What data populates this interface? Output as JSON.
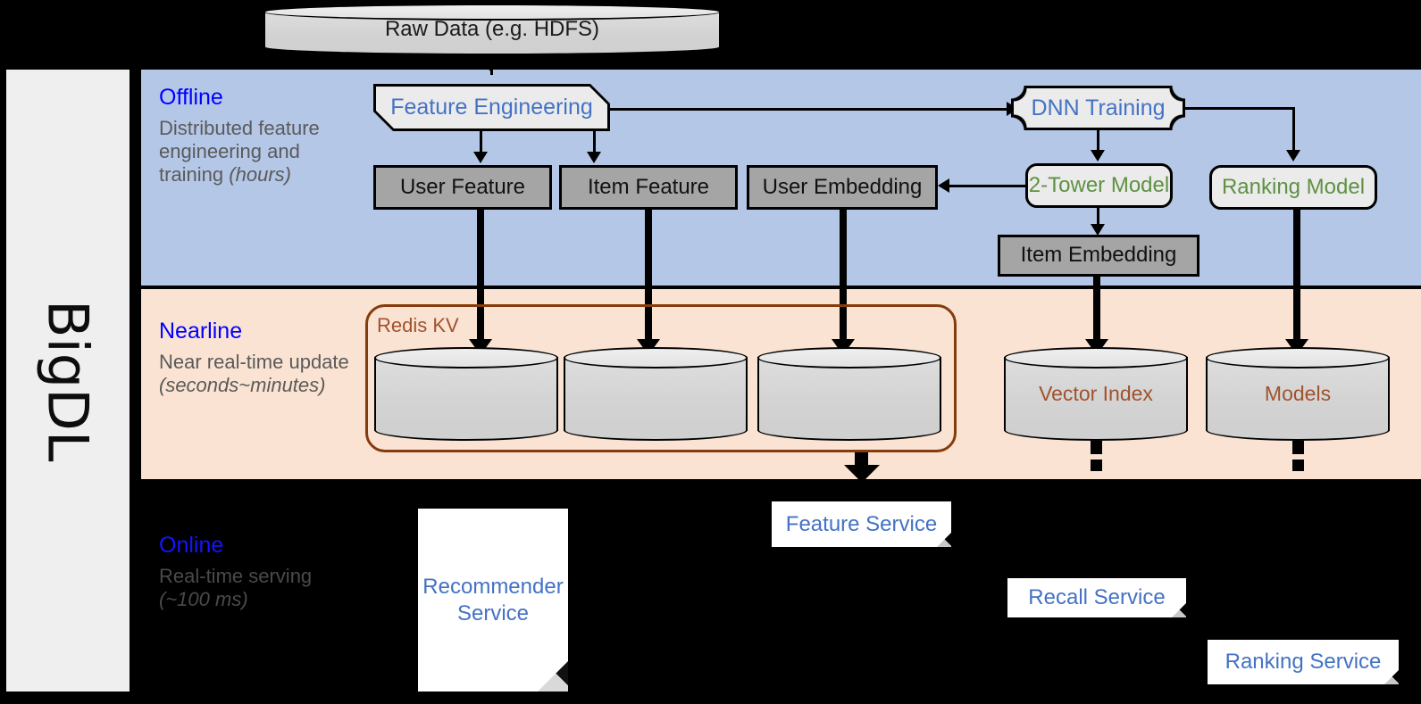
{
  "framework": {
    "name": "BigDL"
  },
  "sections": [
    {
      "id": "offline",
      "title": "Offline",
      "desc_main": "Distributed feature engineering and training ",
      "desc_duration": "(hours)",
      "band_color": "#B4C7E7"
    },
    {
      "id": "nearline",
      "title": "Nearline",
      "desc_main": "Near real-time update ",
      "desc_duration": "(seconds~minutes)",
      "band_color": "#FAE3D3"
    },
    {
      "id": "online",
      "title": "Online",
      "desc_main": "Real-time serving ",
      "desc_duration": "(~100 ms)",
      "band_color": "#000000"
    }
  ],
  "source": {
    "raw_data": "Raw Data (e.g. HDFS)"
  },
  "offline": {
    "feature_engineering": "Feature Engineering",
    "dnn_training": "DNN Training",
    "user_feature": "User Feature",
    "item_feature": "Item Feature",
    "user_embedding": "User Embedding",
    "two_tower_model": "2-Tower Model",
    "ranking_model": "Ranking Model",
    "item_embedding": "Item Embedding"
  },
  "nearline": {
    "redis_group": "Redis KV",
    "store_user_feature": "",
    "store_item_feature": "",
    "store_user_embedding": "",
    "vector_index": "Vector Index",
    "models": "Models"
  },
  "online": {
    "recommender_service_line1": "Recommender",
    "recommender_service_line2": "Service",
    "feature_service": "Feature Service",
    "recall_service": "Recall Service",
    "ranking_service": "Ranking Service"
  },
  "colors": {
    "section_title": "#0000FF",
    "section_desc": "#5a5a5a",
    "blue_text": "#4472C4",
    "green_text": "#5E9142",
    "brown_text": "#A0522D",
    "redis_border": "#843C0C",
    "gray_box": "#A5A5A5",
    "light_box": "#EBEBEB",
    "offline_band": "#B4C7E7",
    "nearline_band": "#FAE3D3",
    "rail": "#EFEFEF",
    "canvas": "#000000"
  }
}
